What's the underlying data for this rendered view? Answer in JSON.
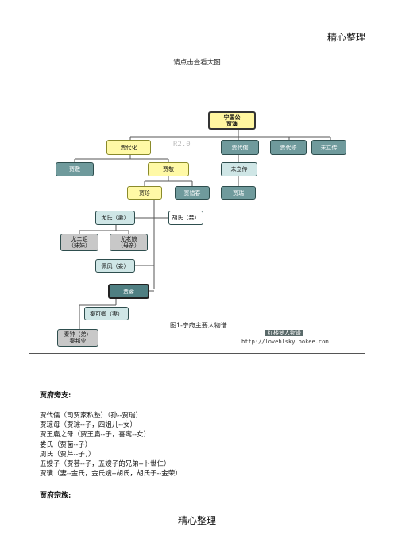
{
  "header": {
    "top_right": "精心整理"
  },
  "hint": "请点击查看大图",
  "chart": {
    "nodes": {
      "n1": "宁国公\n贾演",
      "n2": "贾代化",
      "n3": "贾代儒",
      "n4": "贾代修",
      "n5": "未立传",
      "n6": "贾敷",
      "n7": "贾敬",
      "n8": "未立传",
      "n9": "贾珍",
      "n10": "贾惜春",
      "n11": "贾瑞",
      "n12": "尤氏（妻）",
      "n13": "胡氏（妾）",
      "n14": "尤二姐\n（妹妹）",
      "n15": "尤老娘\n（母亲）",
      "n16": "佩凤（妾）",
      "n17": "贾蓉",
      "n18": "秦可卿（妻）",
      "n19": "秦钟（弟）\n秦邦业"
    },
    "title": "图1-宁府主要人物谱",
    "watermark": "红楼梦人物谱",
    "watermark_url": "http://loveblsky.bokee.com",
    "watermark_faint": "R2.0"
  },
  "sections": {
    "side_title": "贾府旁支:",
    "side_lines": [
      "贾代儒（司贾家私塾）（孙--贾瑞）",
      "贾琼母（贾琮--子，四姐儿--女）",
      "贾王扁之母（贾王扁--子，喜鸾--女）",
      "娄氏（贾菌--子）",
      "周氏（贾芹--子，）",
      "五嫂子（贾芸--子，五嫂子的兄弟--卜世仁）",
      "贾璜（妻--金氏，金氏嫂--胡氏，胡氏子--金荣）"
    ],
    "clan_title": "贾府宗族:"
  },
  "footer": "精心整理"
}
